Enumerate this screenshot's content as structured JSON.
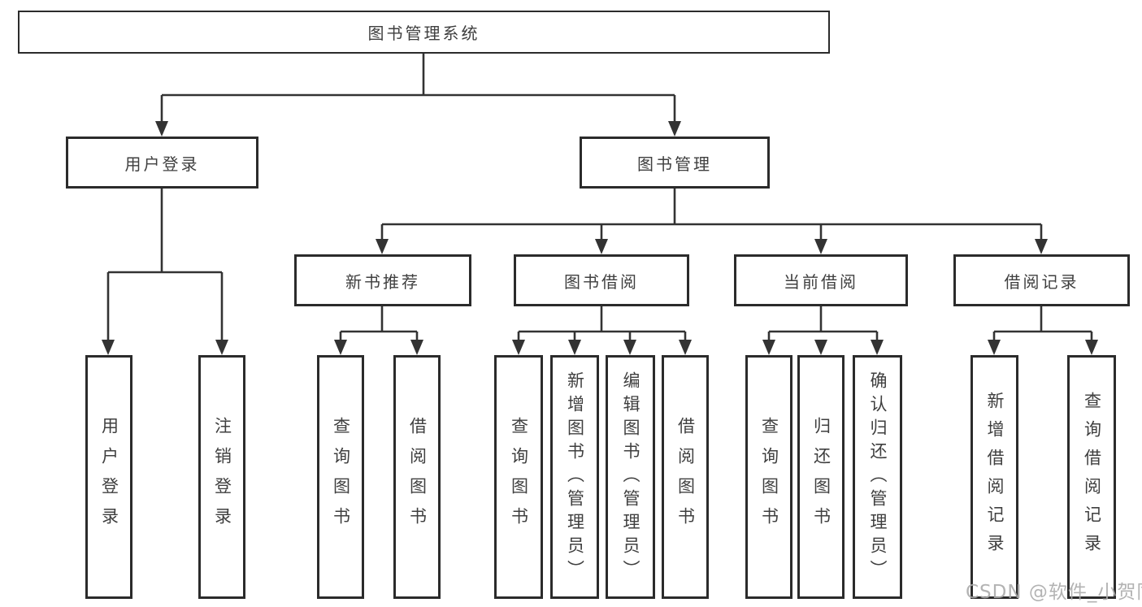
{
  "diagram": {
    "title": "图书管理系统",
    "watermark": "CSDN @软件_小贺同学",
    "colors": {
      "line": "#333333",
      "box_border": "#2b2b2b",
      "text": "#3f3f3f",
      "watermark": "#ababab",
      "background": "#ffffff"
    },
    "nodes": {
      "root": {
        "label": "图书管理系统"
      },
      "user_login": {
        "label": "用户登录",
        "parent": "图书管理系统"
      },
      "book_mgmt": {
        "label": "图书管理",
        "parent": "图书管理系统"
      },
      "new_book_rec": {
        "label": "新书推荐",
        "parent": "图书管理"
      },
      "book_borrow": {
        "label": "图书借阅",
        "parent": "图书管理"
      },
      "current_borrow": {
        "label": "当前借阅",
        "parent": "图书管理"
      },
      "borrow_records": {
        "label": "借阅记录",
        "parent": "图书管理"
      }
    },
    "leaves": [
      {
        "label": "用户登录",
        "parent": "用户登录"
      },
      {
        "label": "注销登录",
        "parent": "用户登录"
      },
      {
        "label": "查询图书",
        "parent": "新书推荐"
      },
      {
        "label": "借阅图书",
        "parent": "新书推荐"
      },
      {
        "label": "查询图书",
        "parent": "图书借阅"
      },
      {
        "label": "新增图书（管理员）",
        "parent": "图书借阅"
      },
      {
        "label": "编辑图书（管理员）",
        "parent": "图书借阅"
      },
      {
        "label": "借阅图书",
        "parent": "图书借阅"
      },
      {
        "label": "查询图书",
        "parent": "当前借阅"
      },
      {
        "label": "归还图书",
        "parent": "当前借阅"
      },
      {
        "label": "确认归还（管理员）",
        "parent": "当前借阅"
      },
      {
        "label": "新增借阅记录",
        "parent": "借阅记录"
      },
      {
        "label": "查询借阅记录",
        "parent": "借阅记录"
      }
    ]
  }
}
